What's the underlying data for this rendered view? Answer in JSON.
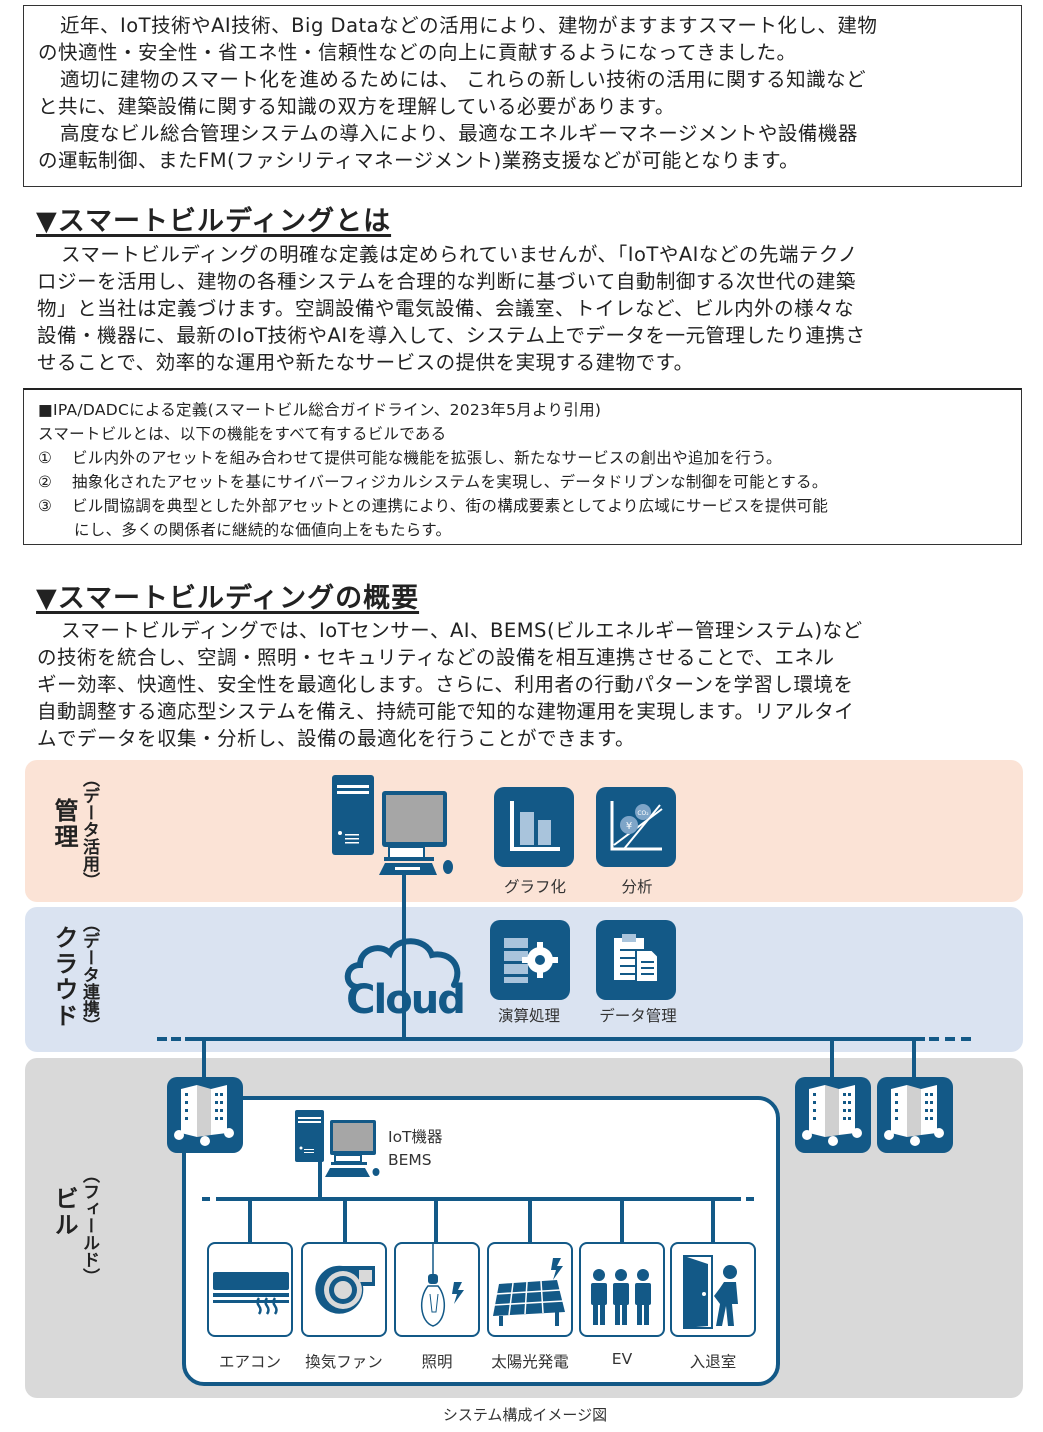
{
  "intro": {
    "lines": [
      "近年、IoT技術やAI技術、Big Dataなどの活用により、建物がますますスマート化し、建物",
      "の快適性・安全性・省エネ性・信頼性などの向上に貢献するようになってきました。",
      "適切に建物のスマート化を進めるためには、 これらの新しい技術の活用に関する知識など",
      "と共に、建築設備に関する知識の双方を理解している必要があります。",
      "高度なビル総合管理システムの導入により、最適なエネルギーマネージメントや設備機器",
      "の運転制御、またFM(ファシリティマネージメント)業務支援などが可能となります。"
    ]
  },
  "section1": {
    "heading": "▼スマートビルディングとは",
    "lines": [
      "スマートビルディングの明確な定義は定められていませんが、「IoTやAIなどの先端テクノ",
      "ロジーを活用し、建物の各種システムを合理的な判断に基づいて自動制御する次世代の建築",
      "物」と当社は定義づけます。空調設備や電気設備、会議室、トイレなど、ビル内外の様々な",
      "設備・機器に、最新のIoT技術やAIを導入して、システム上でデータを一元管理したり連携さ",
      "せることで、効率的な運用や新たなサービスの提供を実現する建物です。"
    ]
  },
  "definition": {
    "title": "■IPA/DADCによる定義(スマートビル総合ガイドライン、2023年5月より引用)",
    "lead": "スマートビルとは、以下の機能をすべて有するビルである",
    "items": [
      {
        "num": "①",
        "text": "ビル内外のアセットを組み合わせて提供可能な機能を拡張し、新たなサービスの創出や追加を行う。"
      },
      {
        "num": "②",
        "text": "抽象化されたアセットを基にサイバーフィジカルシステムを実現し、データドリブンな制御を可能とする。"
      },
      {
        "num": "③",
        "text": "ビル間協調を典型とした外部アセットとの連携により、街の構成要素としてより広域にサービスを提供可能",
        "cont": "にし、多くの関係者に継続的な価値向上をもたらす。"
      }
    ]
  },
  "section2": {
    "heading": "▼スマートビルディングの概要",
    "lines": [
      "スマートビルディングでは、IoTセンサー、AI、BEMS(ビルエネルギー管理システム)など",
      "の技術を統合し、空調・照明・セキュリティなどの設備を相互連携させることで、エネル",
      "ギー効率、快適性、安全性を最適化します。さらに、利用者の行動パターンを学習し環境を",
      "自動調整する適応型システムを備え、持続可能で知的な建物運用を実現します。リアルタイ",
      "ムでデータを収集・分析し、設備の最適化を行うことができます。"
    ]
  },
  "diagram": {
    "colors": {
      "primary": "#135987",
      "management_bg": "#fbe3d6",
      "cloud_bg": "#dae3f1",
      "field_bg": "#d9d9d9"
    },
    "bands": {
      "management": {
        "label": "管理",
        "sub": "（データ活用）"
      },
      "cloud": {
        "label": "クラウド",
        "sub": "（データ連携）"
      },
      "field": {
        "label": "ビル",
        "sub": "（フィールド）"
      }
    },
    "management_tiles": [
      {
        "icon": "bar-chart-icon",
        "label": "グラフ化"
      },
      {
        "icon": "analysis-chart-icon",
        "label": "分析"
      }
    ],
    "cloud_word": "Cloud",
    "cloud_tiles": [
      {
        "icon": "processing-gear-icon",
        "label": "演算処理"
      },
      {
        "icon": "clipboard-document-icon",
        "label": "データ管理"
      }
    ],
    "iot_label_1": "IoT機器",
    "iot_label_2": "BEMS",
    "co2_label": "CO₂",
    "yen_label": "¥",
    "devices": [
      {
        "icon": "air-conditioner-icon",
        "label": "エアコン"
      },
      {
        "icon": "ventilation-fan-icon",
        "label": "換気ファン"
      },
      {
        "icon": "light-bulb-icon",
        "label": "照明"
      },
      {
        "icon": "solar-panel-icon",
        "label": "太陽光発電"
      },
      {
        "icon": "elevator-people-icon",
        "label": "EV"
      },
      {
        "icon": "door-entry-icon",
        "label": "入退室"
      }
    ],
    "caption": "システム構成イメージ図"
  }
}
